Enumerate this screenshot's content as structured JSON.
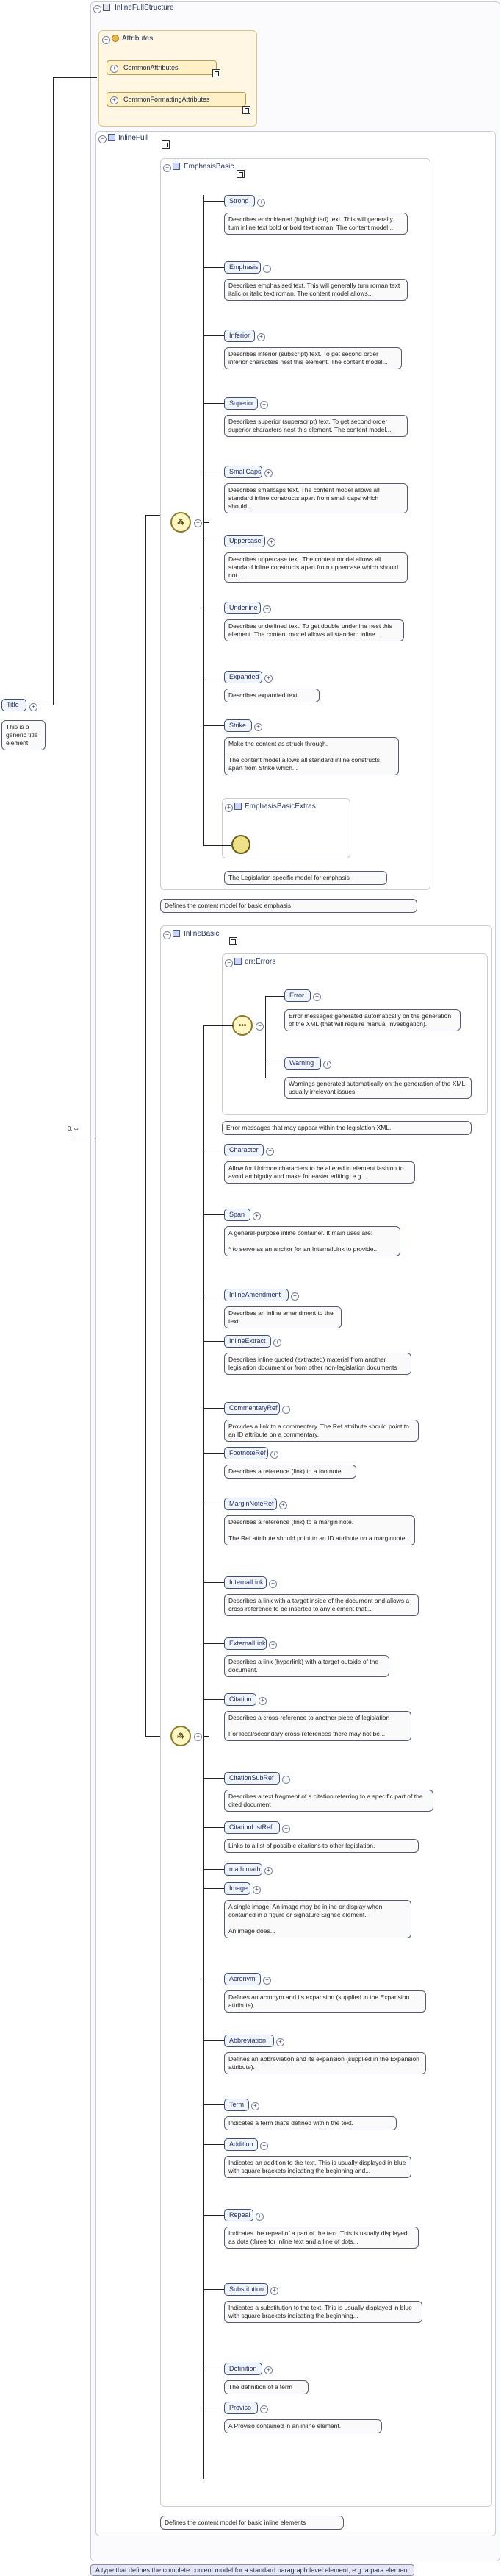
{
  "root": {
    "name": "InlineFullStructure",
    "attributes_label": "Attributes",
    "attributes": [
      "CommonAttributes",
      "CommonFormattingAttributes"
    ],
    "description": "A type that defines the complete content model for a standard paragraph level element, e.g. a para element"
  },
  "title_element": {
    "name": "Title",
    "description": "This is a generic title element"
  },
  "occurrence": "0..∞",
  "inline_full": {
    "name": "InlineFull"
  },
  "emphasis_basic": {
    "name": "EmphasisBasic",
    "description": "Defines the content model for basic emphasis",
    "elements": [
      {
        "name": "Strong",
        "description": "Describes emboldened (highlighted) text. This will generally turn inline text bold or bold text roman. The content model..."
      },
      {
        "name": "Emphasis",
        "description": "Describes emphasised text. This will generally turn roman text italic or italic text roman. The content model allows..."
      },
      {
        "name": "Inferior",
        "description": "Describes inferior (subscript) text. To get second order inferior characters nest this element. The content model..."
      },
      {
        "name": "Superior",
        "description": "Describes superior (superscript) text. To get second order superior characters nest this element. The content model..."
      },
      {
        "name": "SmallCaps",
        "description": "Describes smallcaps text. The content model allows all standard inline constructs apart from small caps which should..."
      },
      {
        "name": "Uppercase",
        "description": "Describes uppercase text. The content model allows all standard inline constructs apart from uppercase which should not..."
      },
      {
        "name": "Underline",
        "description": "Describes underlined text. To get double underline nest this element. The content model allows all standard inline..."
      },
      {
        "name": "Expanded",
        "description": "Describes expanded text"
      },
      {
        "name": "Strike",
        "description": "Make the content as struck through.\n\nThe content model allows all standard inline constructs apart from Strike which..."
      }
    ],
    "extras": {
      "name": "EmphasisBasicExtras",
      "description": "The Legislation specific model for emphasis"
    }
  },
  "inline_basic": {
    "name": "InlineBasic",
    "description": "Defines the content model for basic inline elements",
    "errors": {
      "name": "err:Errors",
      "description": "Error messages that may appear within the legislation XML.",
      "elements": [
        {
          "name": "Error",
          "description": "Error messages generated automatically on the generation of the XML (that will require manual investigation)."
        },
        {
          "name": "Warning",
          "description": "Warnings generated automatically on the generation of the XML, usually irrelevant issues."
        }
      ]
    },
    "elements": [
      {
        "name": "Character",
        "description": "Allow for Unicode characters to be altered in element fashion to avoid ambiguity and make for easier editing, e.g...."
      },
      {
        "name": "Span",
        "description": "A general-purpose inline container.  It main uses are:\n\n * to serve as an anchor for an InternalLink to provide..."
      },
      {
        "name": "InlineAmendment",
        "description": "Describes an inline amendment to the text"
      },
      {
        "name": "InlineExtract",
        "description": "Describes inline quoted (extracted) material from another legislation document or from other non-legislation documents"
      },
      {
        "name": "CommentaryRef",
        "description": "Provides a link to a commentary. The Ref attribute should point to an ID attribute on a commentary."
      },
      {
        "name": "FootnoteRef",
        "description": "Describes a reference (link) to a footnote"
      },
      {
        "name": "MarginNoteRef",
        "description": "Describes a reference (link) to a margin note.\n\nThe Ref attribute should point to an ID attribute on a marginnote..."
      },
      {
        "name": "InternalLink",
        "description": "Describes a link with a target inside of the document and allows a cross-reference to be inserted to any element that..."
      },
      {
        "name": "ExternalLink",
        "description": "Describes a link (hyperlink) with a target outside of the document."
      },
      {
        "name": "Citation",
        "description": "Describes a cross-reference to another piece of legislation\n\nFor local/secondary cross-references there may not be..."
      },
      {
        "name": "CitationSubRef",
        "description": "Describes a text fragment of a citation referring to a specific part of the cited document"
      },
      {
        "name": "CitationListRef",
        "description": "Links to a list of possible citations to other legislation."
      },
      {
        "name": "math:math",
        "description": ""
      },
      {
        "name": "Image",
        "description": "A single image. An image may be inline or display when contained in a figure or signature Signee element.\n\nAn image does..."
      },
      {
        "name": "Acronym",
        "description": "Defines an acronym and its expansion (supplied in the Expansion attribute)."
      },
      {
        "name": "Abbreviation",
        "description": "Defines an abbreviation and its expansion (supplied in the Expansion attribute)."
      },
      {
        "name": "Term",
        "description": "Indicates a term that's defined within the text."
      },
      {
        "name": "Addition",
        "description": "Indicates an addition to the text. This is usually displayed in blue with square brackets indicating the beginning and..."
      },
      {
        "name": "Repeal",
        "description": "Indicates the repeal of a part of the text. This is usually displayed as dots (three for inline text and a line of dots..."
      },
      {
        "name": "Substitution",
        "description": "Indicates a substitution to the text. This is usually displayed in blue with square brackets indicating the beginning..."
      },
      {
        "name": "Definition",
        "description": "The definition of a term"
      },
      {
        "name": "Proviso",
        "description": "A Proviso contained in an inline element."
      }
    ]
  }
}
